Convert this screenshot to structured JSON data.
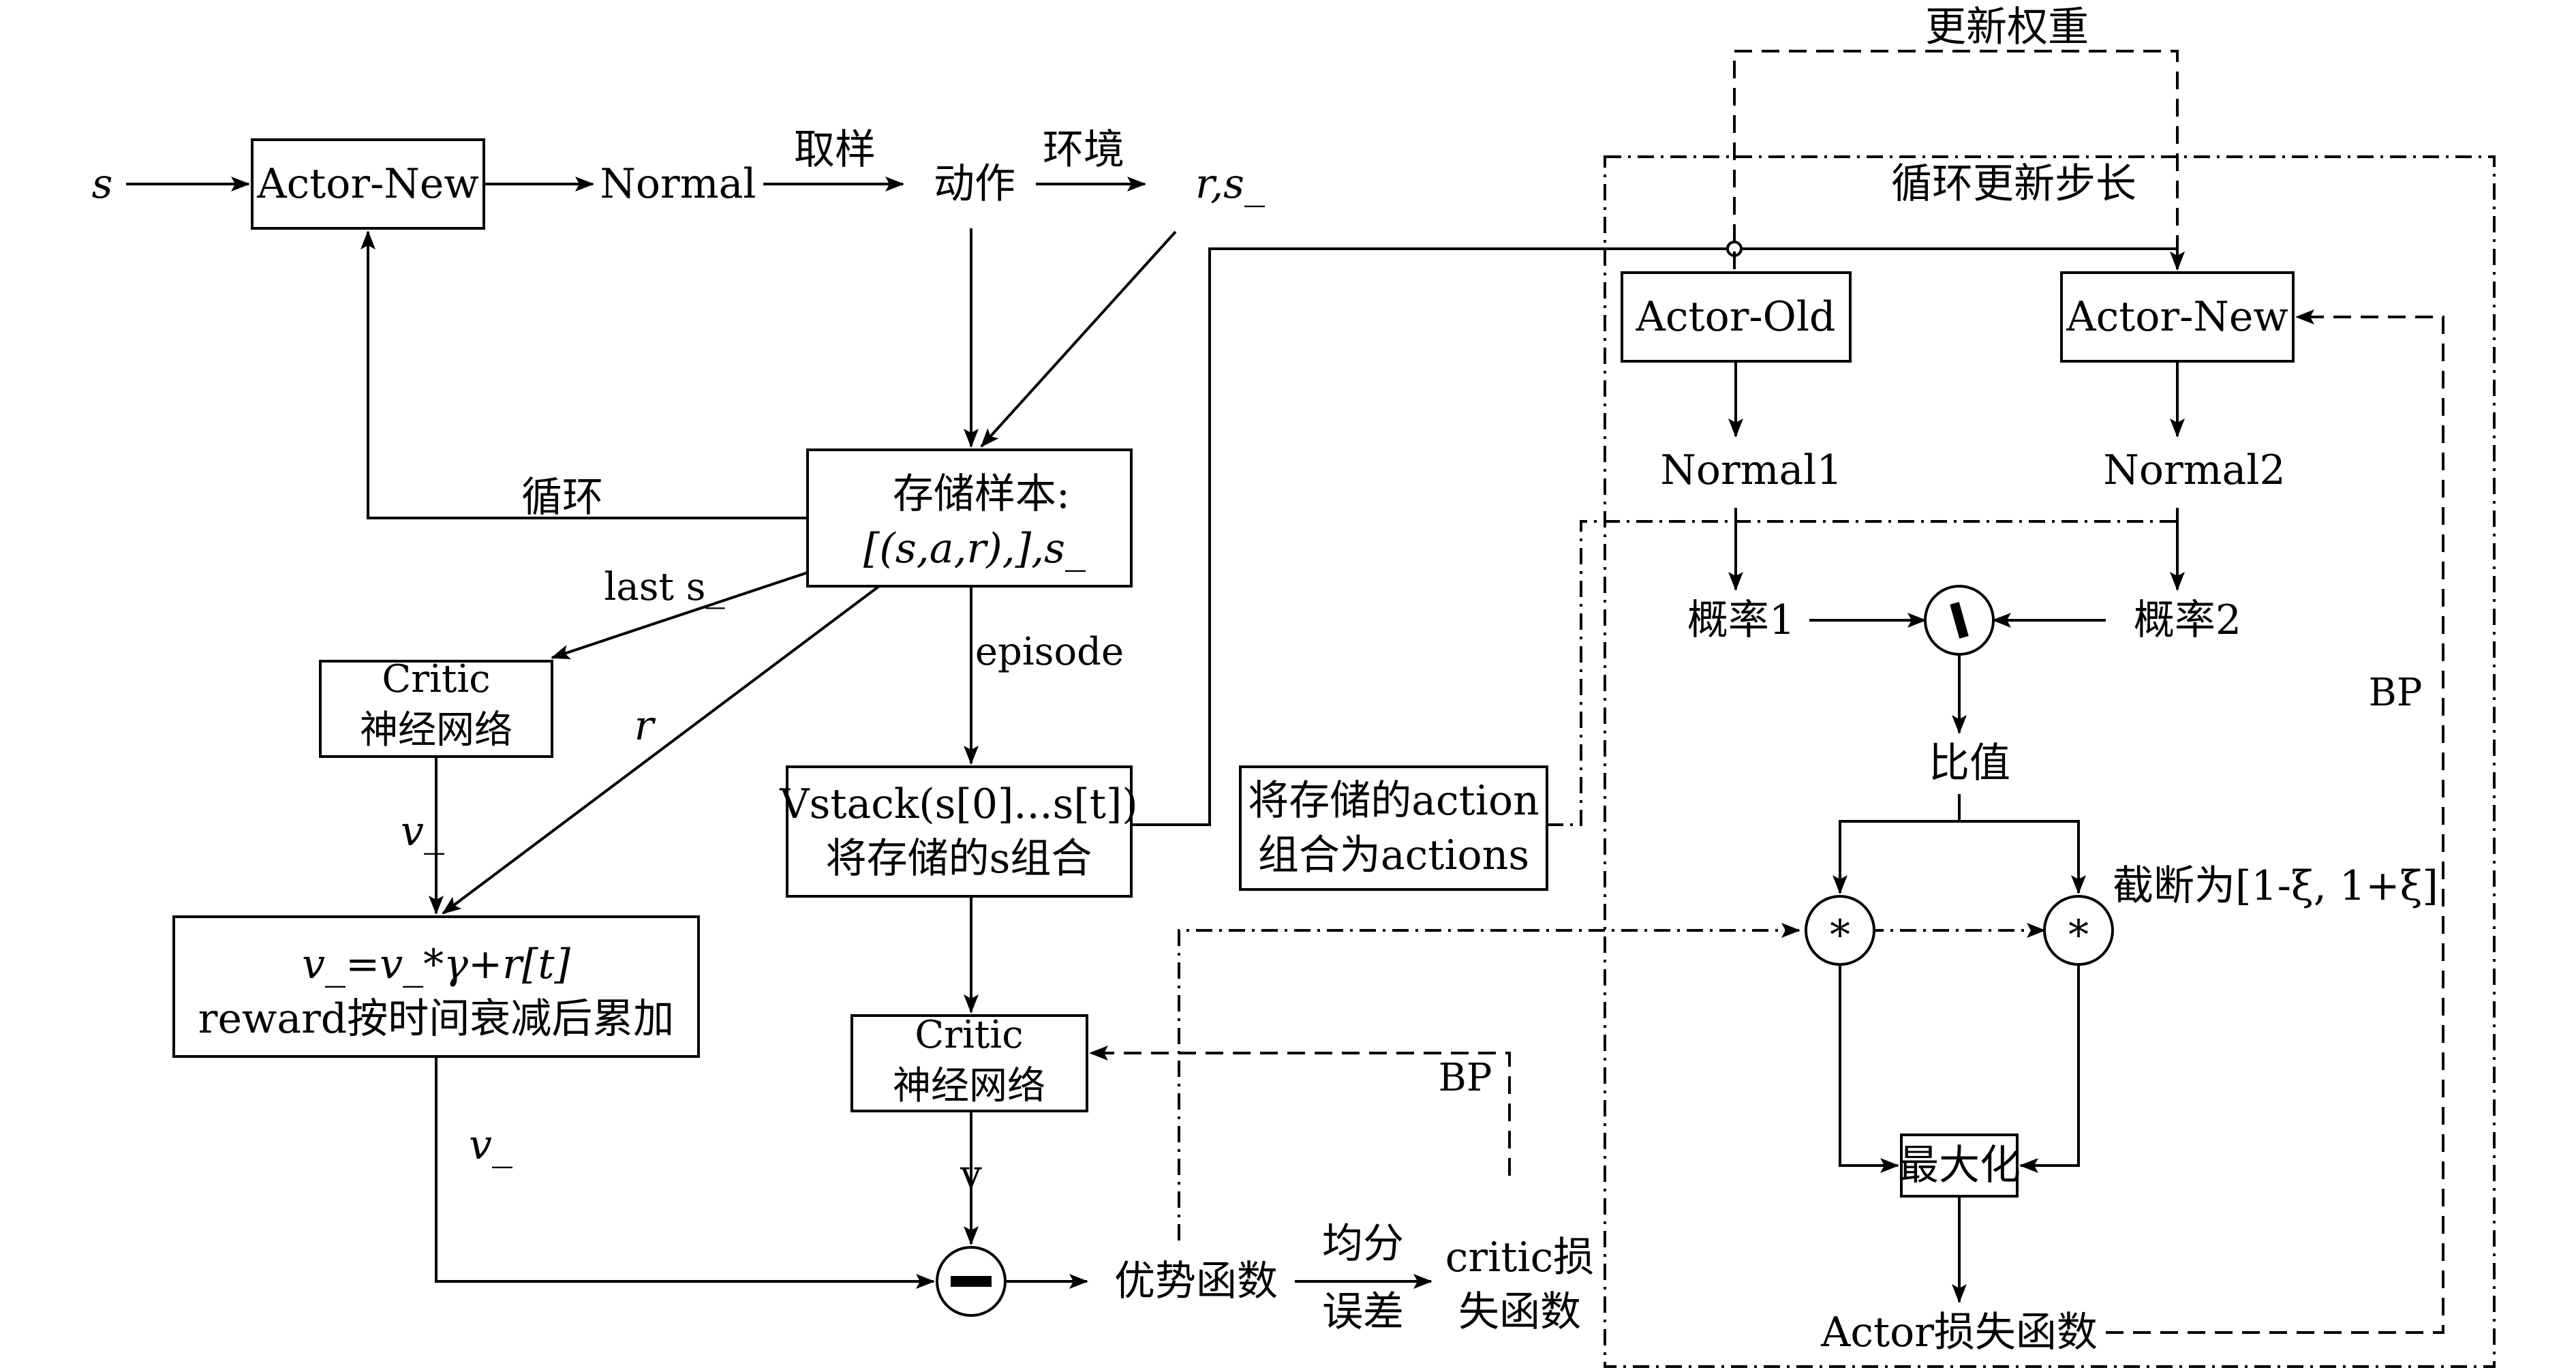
{
  "inputs": {
    "s": "s"
  },
  "actor_new_left": "Actor-New",
  "normal_left": "Normal",
  "sample_label": "取样",
  "action": "动作",
  "env_label": "环境",
  "r_s": "r,s_",
  "store_sample": {
    "line1": "存储样本:",
    "line2": "[(s,a,r),],s_"
  },
  "loop_label": "循环",
  "last_s": "last s_",
  "critic_top": {
    "line1": "Critic",
    "line2": "神经网络"
  },
  "r_label": "r",
  "v_label_top": "v_",
  "v_update": {
    "line1": "v_=v_*γ+r[t]",
    "line2": "reward按时间衰减后累加"
  },
  "v_label_bottom": "v_",
  "episode_label": "episode",
  "vstack": {
    "line1": "Vstack(s[0]...s[t])",
    "line2": "将存储的s组合"
  },
  "action_combine": {
    "line1": "将存储的action",
    "line2": "组合为actions"
  },
  "critic_mid": {
    "line1": "Critic",
    "line2": "神经网络"
  },
  "v_small": "v",
  "bp_mid": "BP",
  "advantage": "优势函数",
  "mse": {
    "line1": "均分",
    "line2": "误差"
  },
  "critic_loss": {
    "line1": "critic损",
    "line2": "失函数"
  },
  "update_weights": "更新权重",
  "loop_step": "循环更新步长",
  "actor_old": "Actor-Old",
  "actor_new_right": "Actor-New",
  "normal1": "Normal1",
  "normal2": "Normal2",
  "prob1": "概率1",
  "prob2": "概率2",
  "ratio": "比值",
  "clip": "截断为[1-ξ, 1+ξ]",
  "maximize": "最大化",
  "bp_right": "BP",
  "actor_loss": "Actor损失函数"
}
